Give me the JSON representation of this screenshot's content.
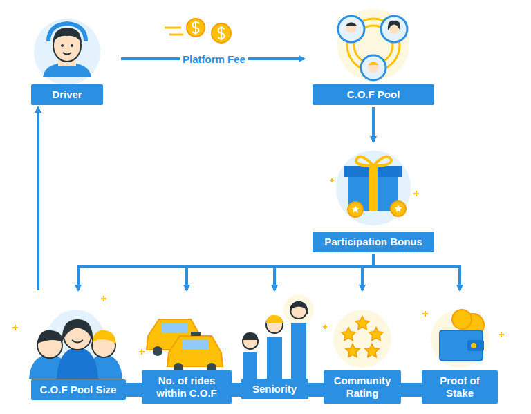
{
  "diagram": {
    "nodes": [
      {
        "text": [
          "Driver"
        ]
      },
      {
        "text": [
          "C.O.F Pool"
        ]
      },
      {
        "text": [
          "Participation Bonus"
        ]
      },
      {
        "text": [
          "C.O.F Pool Size"
        ]
      },
      {
        "text": [
          "No. of rides within C.O.F"
        ]
      },
      {
        "text": [
          "Seniority"
        ]
      },
      {
        "text": [
          "Community Rating"
        ]
      },
      {
        "text": [
          "Proof of Stake"
        ]
      }
    ],
    "edges": [
      {
        "from": 0,
        "to": 1,
        "label": "Platform Fee",
        "arrow": "to"
      },
      {
        "from": 1,
        "to": 2,
        "arrow": "to"
      },
      {
        "from": 2,
        "to": 3,
        "arrow": "to"
      },
      {
        "from": 2,
        "to": 4,
        "arrow": "to"
      },
      {
        "from": 2,
        "to": 5,
        "arrow": "to"
      },
      {
        "from": 2,
        "to": 6,
        "arrow": "to"
      },
      {
        "from": 2,
        "to": 7,
        "arrow": "to"
      },
      {
        "from": 3,
        "to": 0,
        "arrow": "to"
      }
    ]
  }
}
